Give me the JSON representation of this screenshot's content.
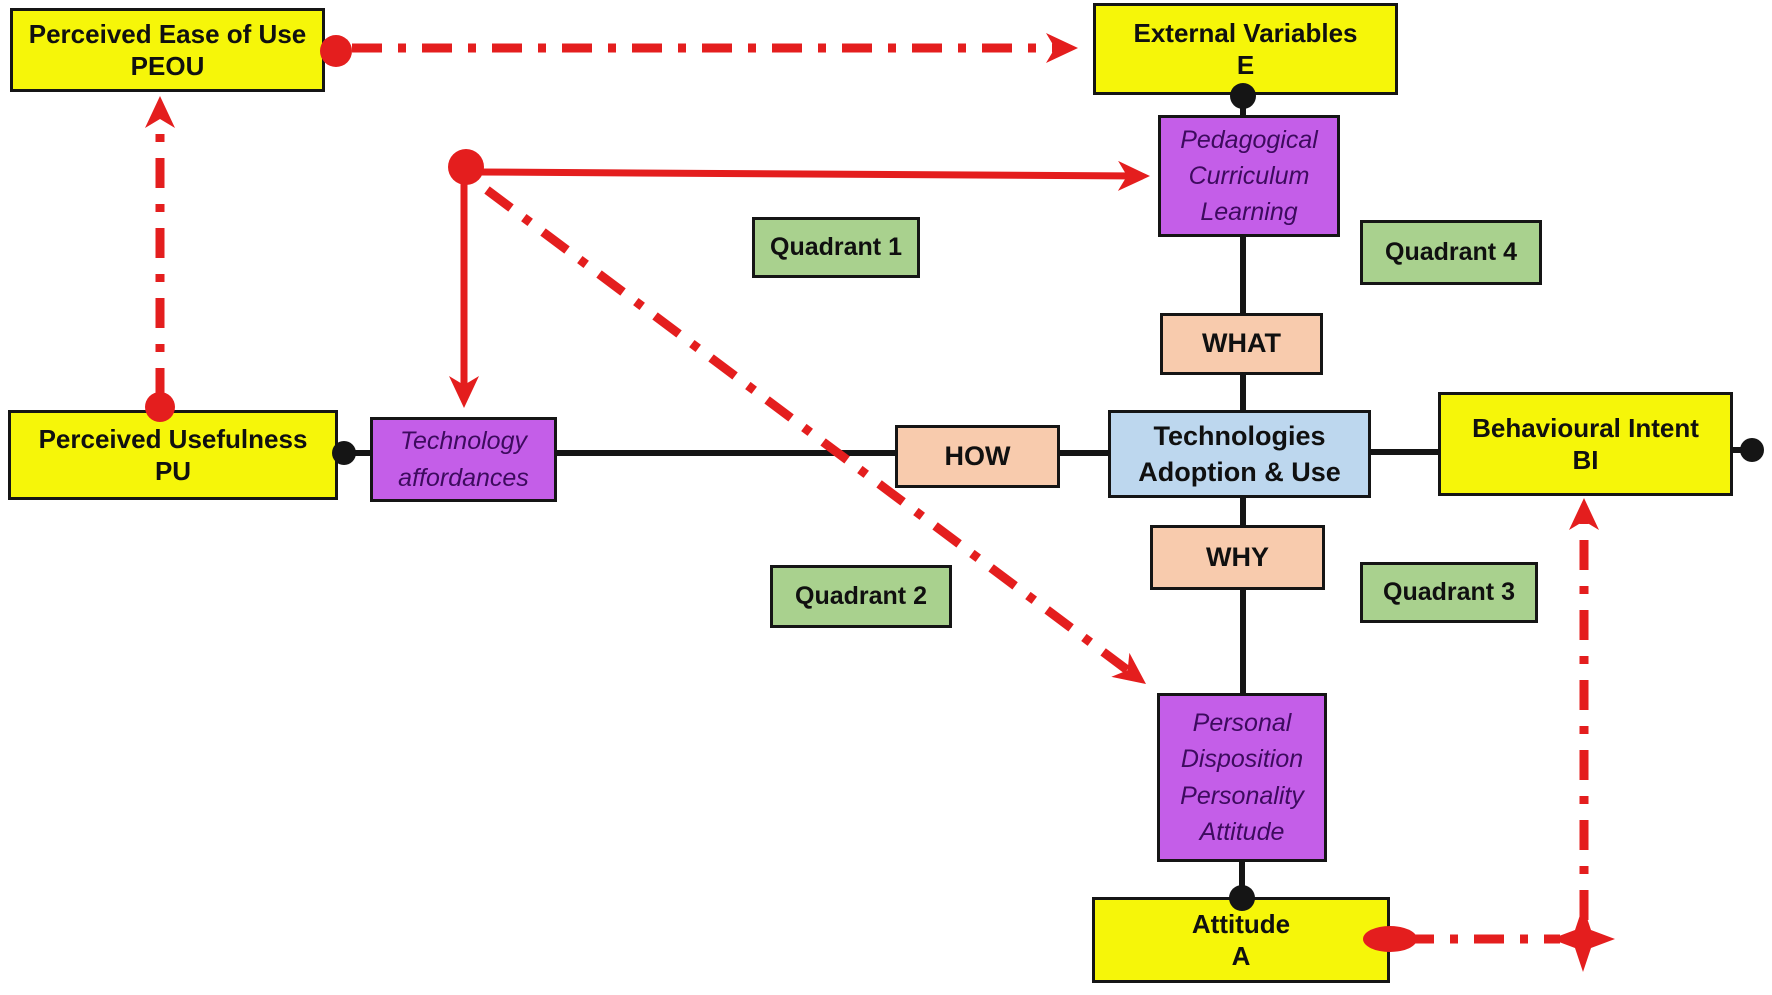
{
  "diagram": {
    "title": "TAM quadrant framework diagram",
    "colors": {
      "yellow": "#F6F609",
      "purple": "#C45EE8",
      "purple_text": "#3D0B5E",
      "green": "#A9D18E",
      "peach": "#F8CBAD",
      "blue": "#BDD7EE",
      "red": "#E41E1E",
      "line_black": "#151515",
      "background": "#FFFFFF"
    },
    "nodes": {
      "peou": {
        "lines": [
          "Perceived Ease of Use",
          "PEOU"
        ]
      },
      "external_variables": {
        "lines": [
          "External Variables",
          "E"
        ]
      },
      "perceived_usefulness": {
        "lines": [
          "Perceived Usefulness",
          "PU"
        ]
      },
      "behavioural_intent": {
        "lines": [
          "Behavioural Intent",
          "BI"
        ]
      },
      "attitude_node": {
        "lines": [
          "Attitude",
          "A"
        ]
      },
      "pedagogical": {
        "lines": [
          "Pedagogical",
          "Curriculum",
          "Learning"
        ]
      },
      "technology_affordances": {
        "lines": [
          "Technology",
          "affordances"
        ]
      },
      "personal_disposition": {
        "lines": [
          "Personal",
          "Disposition",
          "Personality",
          "Attitude"
        ]
      },
      "what": {
        "label": "WHAT"
      },
      "how": {
        "label": "HOW"
      },
      "why": {
        "label": "WHY"
      },
      "technologies_adoption": {
        "lines": [
          "Technologies",
          "Adoption & Use"
        ]
      },
      "quadrant1": {
        "label": "Quadrant 1"
      },
      "quadrant2": {
        "label": "Quadrant 2"
      },
      "quadrant3": {
        "label": "Quadrant 3"
      },
      "quadrant4": {
        "label": "Quadrant 4"
      }
    }
  }
}
